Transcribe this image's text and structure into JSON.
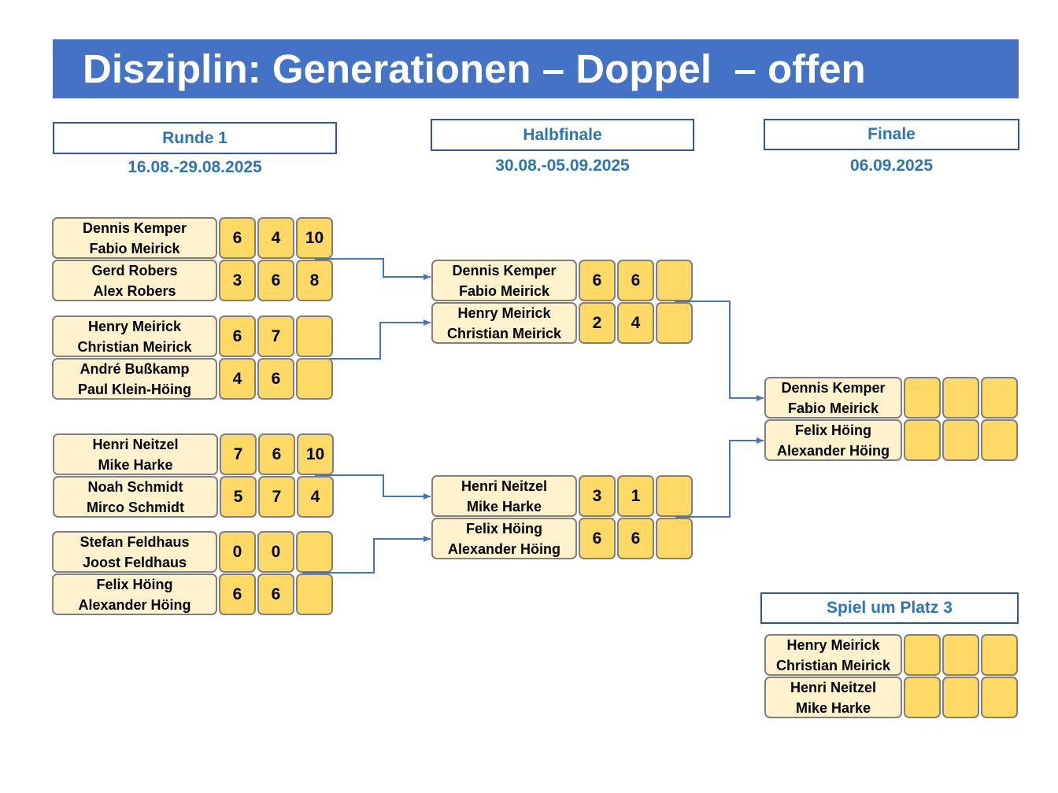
{
  "title": "Disziplin: Generationen – Doppel  – offen",
  "colors": {
    "banner": "#4472C4",
    "banner_text": "#FFFFFF",
    "header_border": "#2F5597",
    "header_text": "#2E74B5",
    "team_fill": "#FFF2CC",
    "score_fill": "#FFD966",
    "box_border": "#7F7F7F",
    "connector": "#4472C4"
  },
  "rounds": {
    "runde1": {
      "label": "Runde 1",
      "dates": "16.08.-29.08.2025"
    },
    "halbfinale": {
      "label": "Halbfinale",
      "dates": "30.08.-05.09.2025"
    },
    "finale": {
      "label": "Finale",
      "dates": "06.09.2025"
    },
    "platz3": {
      "label": "Spiel um Platz 3"
    }
  },
  "runde1": [
    {
      "teams": [
        {
          "players": [
            "Dennis Kemper",
            "Fabio Meirick"
          ],
          "scores": [
            "6",
            "4",
            "10"
          ]
        },
        {
          "players": [
            "Gerd Robers",
            "Alex Robers"
          ],
          "scores": [
            "3",
            "6",
            "8"
          ]
        }
      ]
    },
    {
      "teams": [
        {
          "players": [
            "Henry Meirick",
            "Christian Meirick"
          ],
          "scores": [
            "6",
            "7",
            ""
          ]
        },
        {
          "players": [
            "André Bußkamp",
            "Paul Klein-Höing"
          ],
          "scores": [
            "4",
            "6",
            ""
          ]
        }
      ]
    },
    {
      "teams": [
        {
          "players": [
            "Henri Neitzel",
            "Mike Harke"
          ],
          "scores": [
            "7",
            "6",
            "10"
          ]
        },
        {
          "players": [
            "Noah Schmidt",
            "Mirco Schmidt"
          ],
          "scores": [
            "5",
            "7",
            "4"
          ]
        }
      ]
    },
    {
      "teams": [
        {
          "players": [
            "Stefan Feldhaus",
            "Joost Feldhaus"
          ],
          "scores": [
            "0",
            "0",
            ""
          ]
        },
        {
          "players": [
            "Felix Höing",
            "Alexander Höing"
          ],
          "scores": [
            "6",
            "6",
            ""
          ]
        }
      ]
    }
  ],
  "halbfinale": [
    {
      "teams": [
        {
          "players": [
            "Dennis Kemper",
            "Fabio Meirick"
          ],
          "scores": [
            "6",
            "6",
            ""
          ]
        },
        {
          "players": [
            "Henry Meirick",
            "Christian Meirick"
          ],
          "scores": [
            "2",
            "4",
            ""
          ]
        }
      ]
    },
    {
      "teams": [
        {
          "players": [
            "Henri Neitzel",
            "Mike Harke"
          ],
          "scores": [
            "3",
            "1",
            ""
          ]
        },
        {
          "players": [
            "Felix Höing",
            "Alexander Höing"
          ],
          "scores": [
            "6",
            "6",
            ""
          ]
        }
      ]
    }
  ],
  "finale": [
    {
      "teams": [
        {
          "players": [
            "Dennis Kemper",
            "Fabio Meirick"
          ],
          "scores": [
            "",
            "",
            ""
          ]
        },
        {
          "players": [
            "Felix Höing",
            "Alexander Höing"
          ],
          "scores": [
            "",
            "",
            ""
          ]
        }
      ]
    }
  ],
  "platz3": [
    {
      "teams": [
        {
          "players": [
            "Henry Meirick",
            "Christian Meirick"
          ],
          "scores": [
            "",
            "",
            ""
          ]
        },
        {
          "players": [
            "Henri Neitzel",
            "Mike Harke"
          ],
          "scores": [
            "",
            "",
            ""
          ]
        }
      ]
    }
  ]
}
